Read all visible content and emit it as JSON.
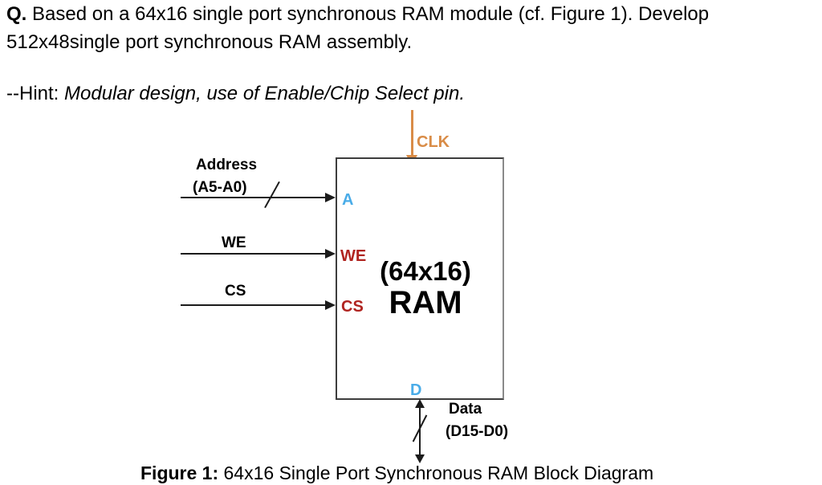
{
  "question": {
    "prefix": "Q.",
    "line1": "Based on a 64x16 single port synchronous RAM module (cf. Figure 1). Develop",
    "line2": "512x48single port synchronous RAM assembly."
  },
  "hint": {
    "prefix": "--Hint:",
    "italic": "Modular design, use of Enable/Chip Select pin."
  },
  "diagram": {
    "clk_label": "CLK",
    "address_label": "Address",
    "address_bus_label": "(A5-A0)",
    "we_signal_label": "WE",
    "cs_signal_label": "CS",
    "port_a": "A",
    "port_we": "WE",
    "port_cs": "CS",
    "port_d": "D",
    "chip_size": "(64x16)",
    "chip_name": "RAM",
    "data_label": "Data",
    "data_bus_label": "(D15-D0)",
    "colors": {
      "clk_orange": "#d98c47",
      "port_blue": "#4aace8",
      "port_dark_red": "#b02420",
      "line_black": "#1b1b1b"
    }
  },
  "caption": {
    "prefix": "Figure 1:",
    "text": "64x16 Single Port Synchronous RAM Block Diagram"
  }
}
